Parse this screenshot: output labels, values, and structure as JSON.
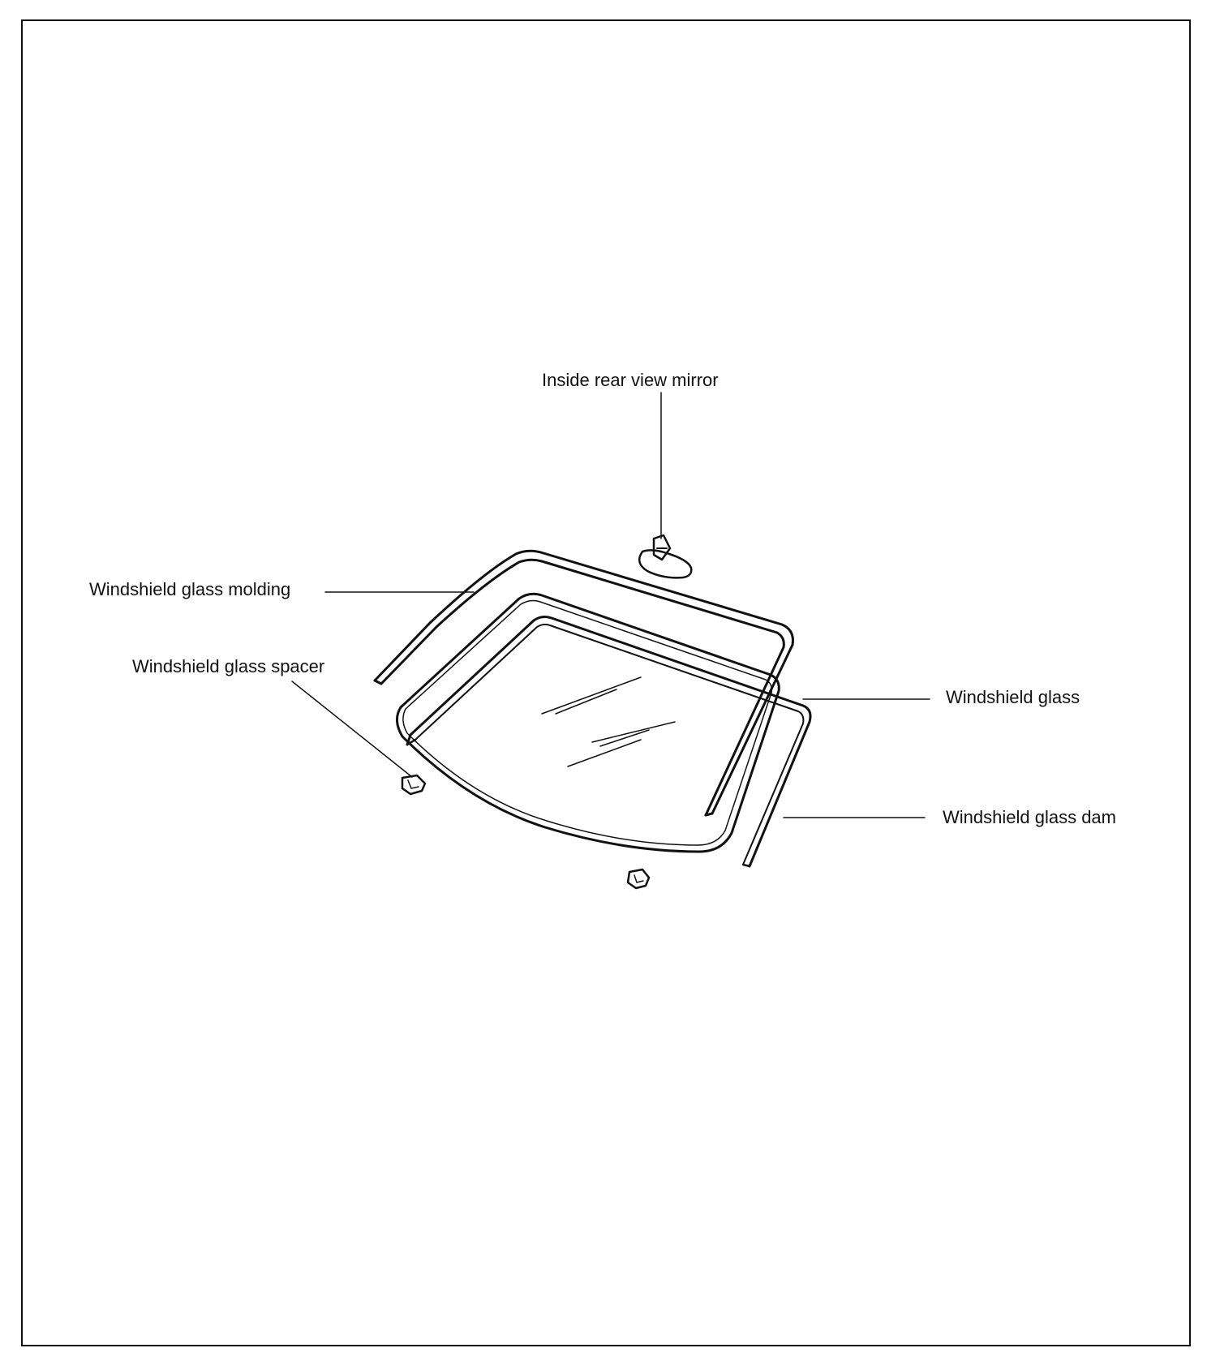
{
  "labels": {
    "mirror": "Inside rear view mirror",
    "molding": "Windshield glass molding",
    "spacer": "Windshield glass spacer",
    "glass": "Windshield glass",
    "dam": "Windshield glass dam"
  }
}
